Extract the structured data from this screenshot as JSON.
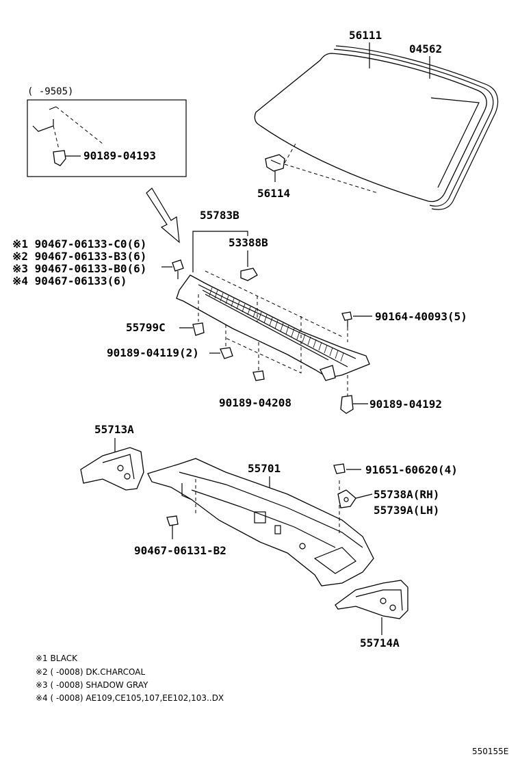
{
  "labels": {
    "windshield": "56111",
    "molding": "04562",
    "inset_range": "(     -9505)",
    "inset_clip": "90189-04193",
    "stopper": "56114",
    "cowl_louver": "55783B",
    "cowl_clip": "53388B",
    "screw_1": "※1 90467-06133-C0(6)",
    "screw_2": "※2 90467-06133-B3(6)",
    "screw_3": "※3 90467-06133-B0(6)",
    "screw_4": "※4 90467-06133(6)",
    "seal": "55799C",
    "clip_04119": "90189-04119(2)",
    "bolt_40093": "90164-40093(5)",
    "clip_04208": "90189-04208",
    "clip_04192": "90189-04192",
    "bracket_left": "55713A",
    "cowl_panel": "55701",
    "bolt_60620": "91651-60620(4)",
    "brace_rh": "55738A(RH)",
    "brace_lh": "55739A(LH)",
    "clip_06131": "90467-06131-B2",
    "bracket_right": "55714A"
  },
  "notes": [
    "※1 BLACK",
    "※2 (      -0008) DK.CHARCOAL",
    "※3 (      -0008) SHADOW GRAY",
    "※4 (      -0008) AE109,CE105,107,EE102,103..DX"
  ],
  "diagram_id": "550155E"
}
